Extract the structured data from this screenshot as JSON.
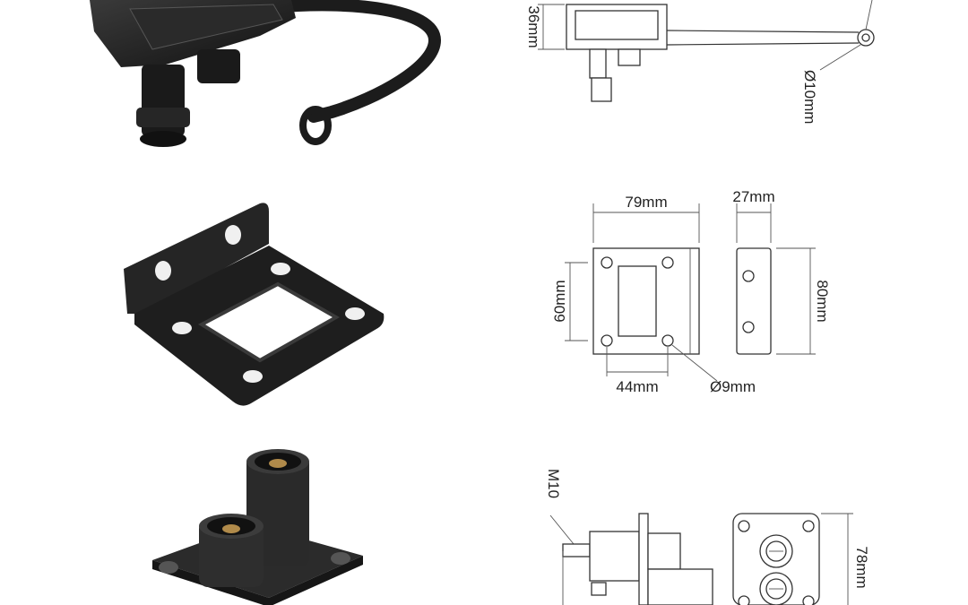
{
  "row1": {
    "height_label": "36mm",
    "hole_label": "Ø10mm"
  },
  "row2": {
    "width_label": "79mm",
    "depth_label": "27mm",
    "height_label": "60mm",
    "side_height_label": "80mm",
    "hole_spacing_label": "44mm",
    "hole_diameter_label": "Ø9mm"
  },
  "row3": {
    "thread_label": "M10",
    "height_label": "78mm"
  }
}
